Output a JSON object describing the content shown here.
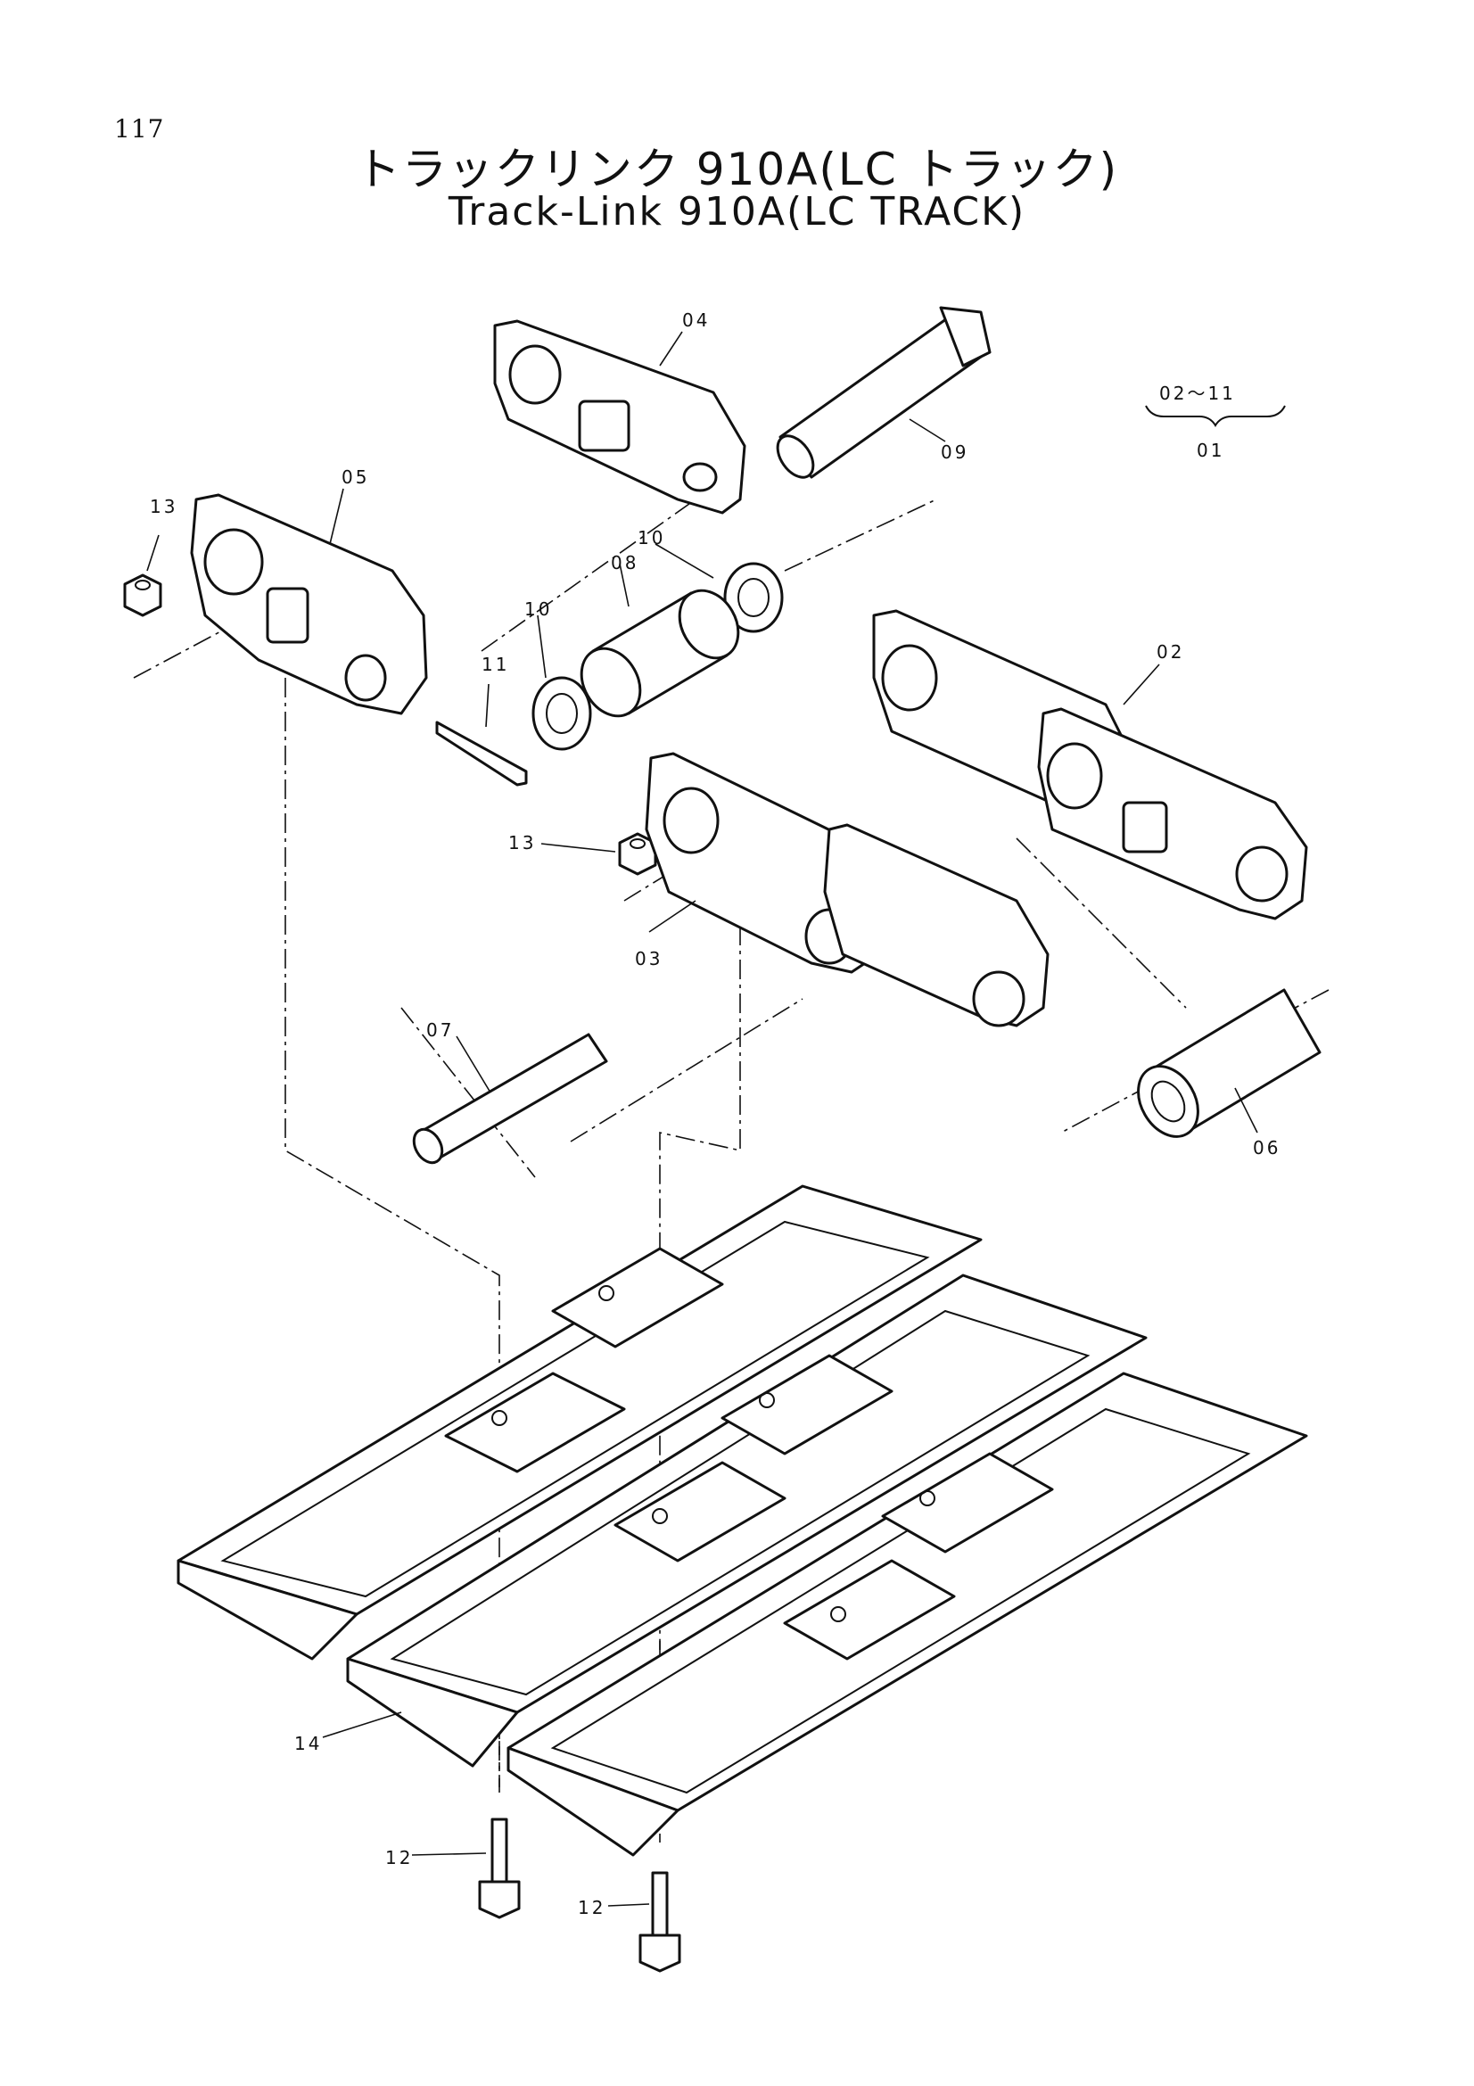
{
  "page_number": "117",
  "title_jp": "トラックリンク 910A(LC トラック)",
  "title_en": "Track-Link 910A(LC TRACK)",
  "assembly_note": {
    "range": "02～11",
    "parent": "01"
  },
  "callouts": {
    "p02": "02",
    "p03": "03",
    "p04": "04",
    "p05": "05",
    "p06": "06",
    "p07": "07",
    "p08": "08",
    "p09": "09",
    "p10": "10",
    "p11": "11",
    "p12": "12",
    "p13": "13",
    "p14": "14"
  }
}
